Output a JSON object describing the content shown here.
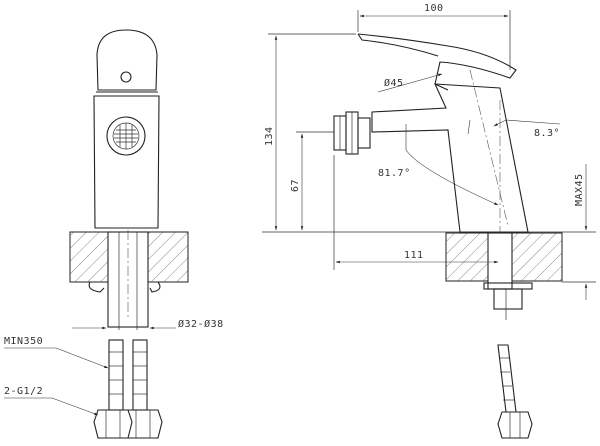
{
  "dimensions": {
    "width_top": "100",
    "height_total": "134",
    "spout_height": "67",
    "lever_diameter": "Ø45",
    "lever_angle": "8.3°",
    "spray_angle": "81.7°",
    "base_projection": "111",
    "max_deck": "MAX45",
    "hole_diameter": "Ø32-Ø38"
  },
  "labels": {
    "hose_length": "MIN350",
    "thread": "2-G1/2"
  }
}
